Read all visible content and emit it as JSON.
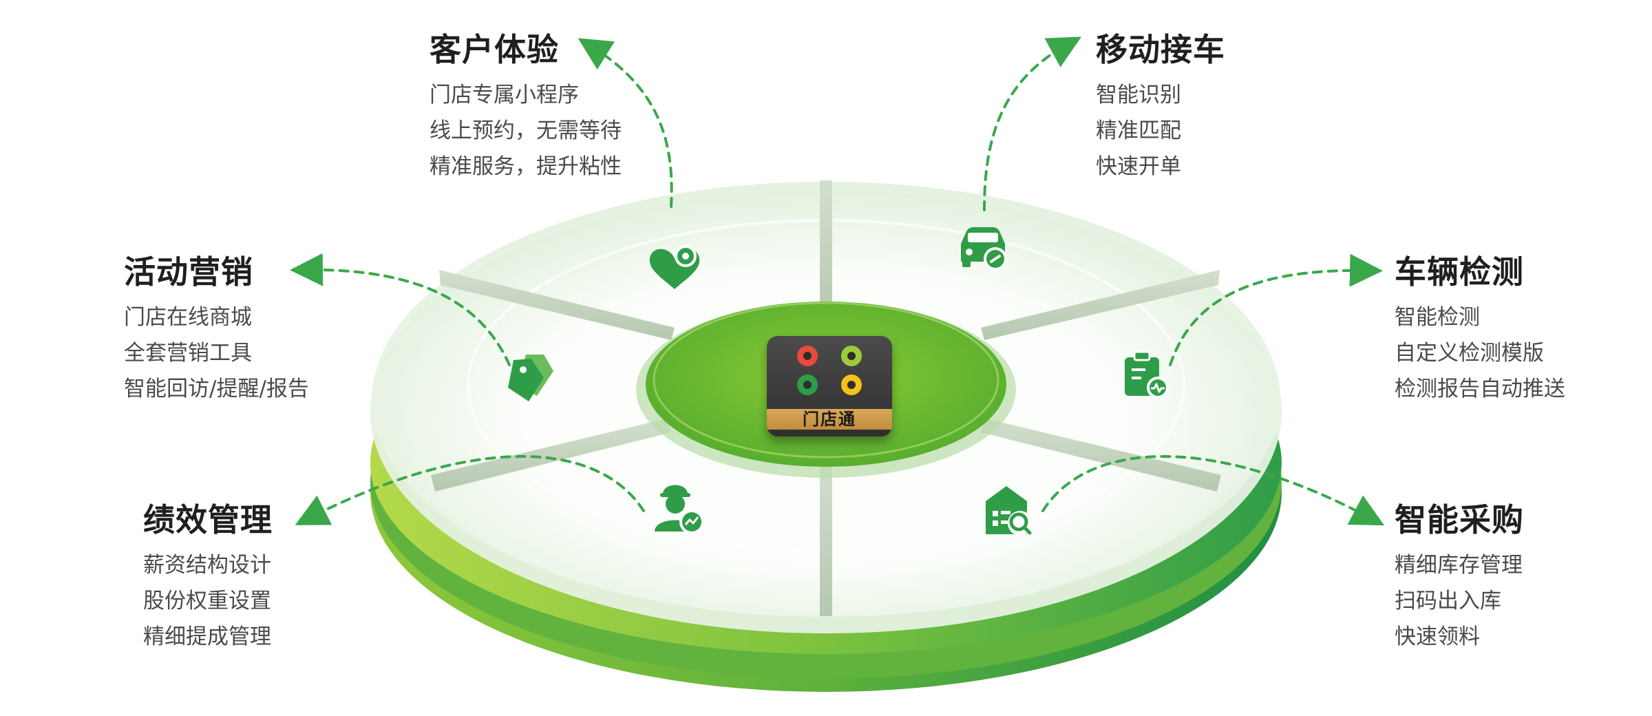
{
  "center": {
    "brand_label": "门店通",
    "logo_ring_colors": [
      "#e84b3c",
      "#9ccc3a",
      "#2e9e46",
      "#f2c318"
    ]
  },
  "colors": {
    "primary_green": "#3aa84a",
    "light_green": "#8cc63f",
    "title_text": "#1f1f1f",
    "body_text": "#4a4a4a",
    "logo_gold": "#d19a4a"
  },
  "features": {
    "customer": {
      "icon": "heart-hand-icon",
      "title": "客户体验",
      "items": [
        "门店专属小程序",
        "线上预约，无需等待",
        "精准服务，提升粘性"
      ]
    },
    "pickup": {
      "icon": "car-link-icon",
      "title": "移动接车",
      "items": [
        "智能识别",
        "精准匹配",
        "快速开单"
      ]
    },
    "marketing": {
      "icon": "price-tag-icon",
      "title": "活动营销",
      "items": [
        "门店在线商城",
        "全套营销工具",
        "智能回访/提醒/报告"
      ]
    },
    "inspect": {
      "icon": "clipboard-pulse-icon",
      "title": "车辆检测",
      "items": [
        "智能检测",
        "自定义检测模版",
        "检测报告自动推送"
      ]
    },
    "perf": {
      "icon": "worker-chart-icon",
      "title": "绩效管理",
      "items": [
        "薪资结构设计",
        "股份权重设置",
        "精细提成管理"
      ]
    },
    "purchase": {
      "icon": "warehouse-search-icon",
      "title": "智能采购",
      "items": [
        "精细库存管理",
        "扫码出入库",
        "快速领料"
      ]
    }
  }
}
